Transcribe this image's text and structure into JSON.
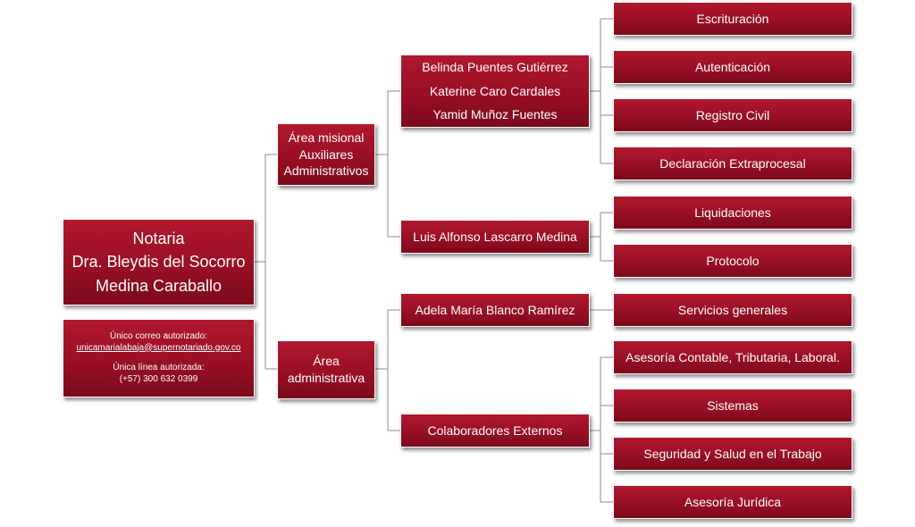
{
  "colors": {
    "box_fill": "#990f24",
    "box_border": "#ffffff",
    "connector": "#8c8c8c"
  },
  "root": {
    "lines": [
      "Notaria",
      "Dra. Bleydis del Socorro",
      "Medina Caraballo"
    ]
  },
  "contact": {
    "email_label": "Único correo autorizado:",
    "email": "unicamarialabaja@supernotariado.gov.co",
    "phone_label": "Única línea autorizada:",
    "phone": "(+57) 300 632 0399"
  },
  "areas": {
    "misional": [
      "Área misional",
      "Auxiliares",
      "Administrativos"
    ],
    "administrativa": [
      "Área",
      "administrativa"
    ]
  },
  "people": {
    "group1": [
      "Belinda Puentes Gutiérrez",
      "Katerine Caro Cardales",
      "Yamid Muñoz Fuentes"
    ],
    "lascarro": "Luis Alfonso Lascarro Medina",
    "blanco": "Adela María Blanco Ramírez",
    "externos": "Colaboradores Externos"
  },
  "services": {
    "escrituracion": "Escrituración",
    "autenticacion": "Autenticación",
    "registro_civil": "Registro Civil",
    "declaracion": "Declaración Extraprocesal",
    "liquidaciones": "Liquidaciones",
    "protocolo": "Protocolo",
    "servicios_generales": "Servicios generales",
    "asesoria_contable": "Asesoría Contable, Tributaria, Laboral.",
    "sistemas": "Sistemas",
    "seguridad": "Seguridad y Salud en el Trabajo",
    "asesoria_juridica": "Asesoría Jurídica"
  }
}
